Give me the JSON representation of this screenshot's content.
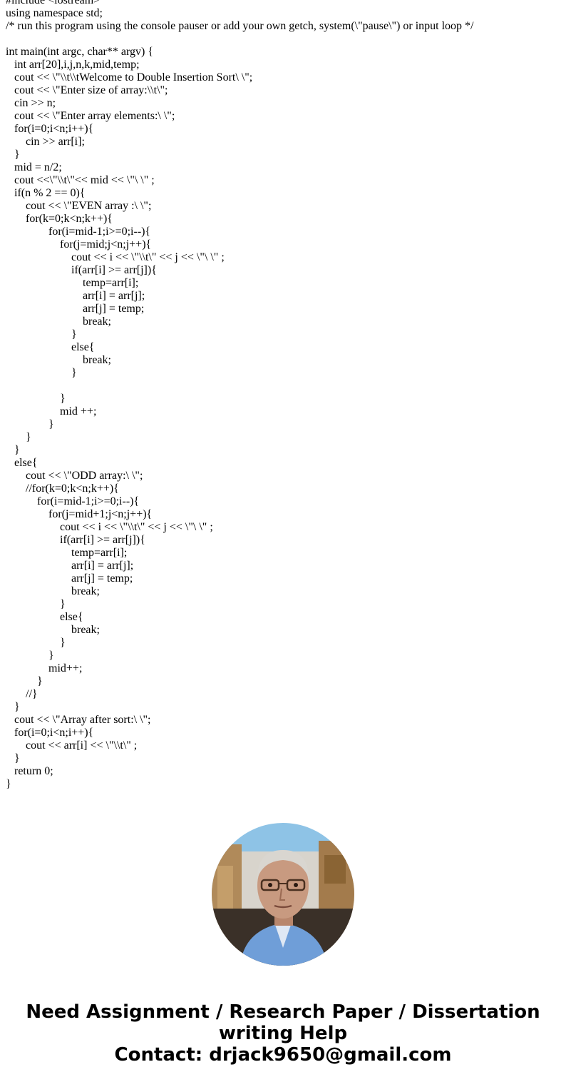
{
  "code": {
    "lines": [
      "#include <iostream>",
      "using namespace std;",
      "/* run this program using the console pauser or add your own getch, system(\\\"pause\\\") or input loop */",
      "",
      "int main(int argc, char** argv) {",
      "   int arr[20],i,j,n,k,mid,temp;",
      "   cout << \\\"\\\\t\\\\tWelcome to Double Insertion Sort\\ \\\";",
      "   cout << \\\"Enter size of array:\\\\t\\\";",
      "   cin >> n;",
      "   cout << \\\"Enter array elements:\\ \\\";",
      "   for(i=0;i<n;i++){",
      "       cin >> arr[i];",
      "   }",
      "   mid = n/2;",
      "   cout <<\\\"\\\\t\\\"<< mid << \\\"\\ \\\" ;",
      "   if(n % 2 == 0){",
      "       cout << \\\"EVEN array :\\ \\\";",
      "       for(k=0;k<n;k++){",
      "               for(i=mid-1;i>=0;i--){",
      "                   for(j=mid;j<n;j++){",
      "                       cout << i << \\\"\\\\t\\\" << j << \\\"\\ \\\" ;",
      "                       if(arr[i] >= arr[j]){",
      "                           temp=arr[i];",
      "                           arr[i] = arr[j];",
      "                           arr[j] = temp;",
      "                           break;",
      "                       }",
      "                       else{",
      "                           break;",
      "                       }",
      "",
      "                   }",
      "                   mid ++;",
      "               }",
      "       }",
      "   }",
      "   else{",
      "       cout << \\\"ODD array:\\ \\\";",
      "       //for(k=0;k<n;k++){",
      "           for(i=mid-1;i>=0;i--){",
      "               for(j=mid+1;j<n;j++){",
      "                   cout << i << \\\"\\\\t\\\" << j << \\\"\\ \\\" ;",
      "                   if(arr[i] >= arr[j]){",
      "                       temp=arr[i];",
      "                       arr[i] = arr[j];",
      "                       arr[j] = temp;",
      "                       break;",
      "                   }",
      "                   else{",
      "                       break;",
      "                   }",
      "               }",
      "               mid++;",
      "           }",
      "       //}",
      "   }",
      "   cout << \\\"Array after sort:\\ \\\";",
      "   for(i=0;i<n;i++){",
      "       cout << arr[i] << \\\"\\\\t\\\" ;",
      "   }",
      "   return 0;",
      "}"
    ]
  },
  "promo": {
    "line1": "Need Assignment / Research Paper / Dissertation",
    "line2": "writing Help",
    "line3": "Contact: drjack9650@gmail.com"
  },
  "colors": {
    "avatar_sky": "#8ec3e6",
    "avatar_wall": "#b08a5a",
    "avatar_shirt": "#6f9ed8",
    "avatar_skin": "#c89a80",
    "avatar_hair": "#d9d6d0"
  }
}
